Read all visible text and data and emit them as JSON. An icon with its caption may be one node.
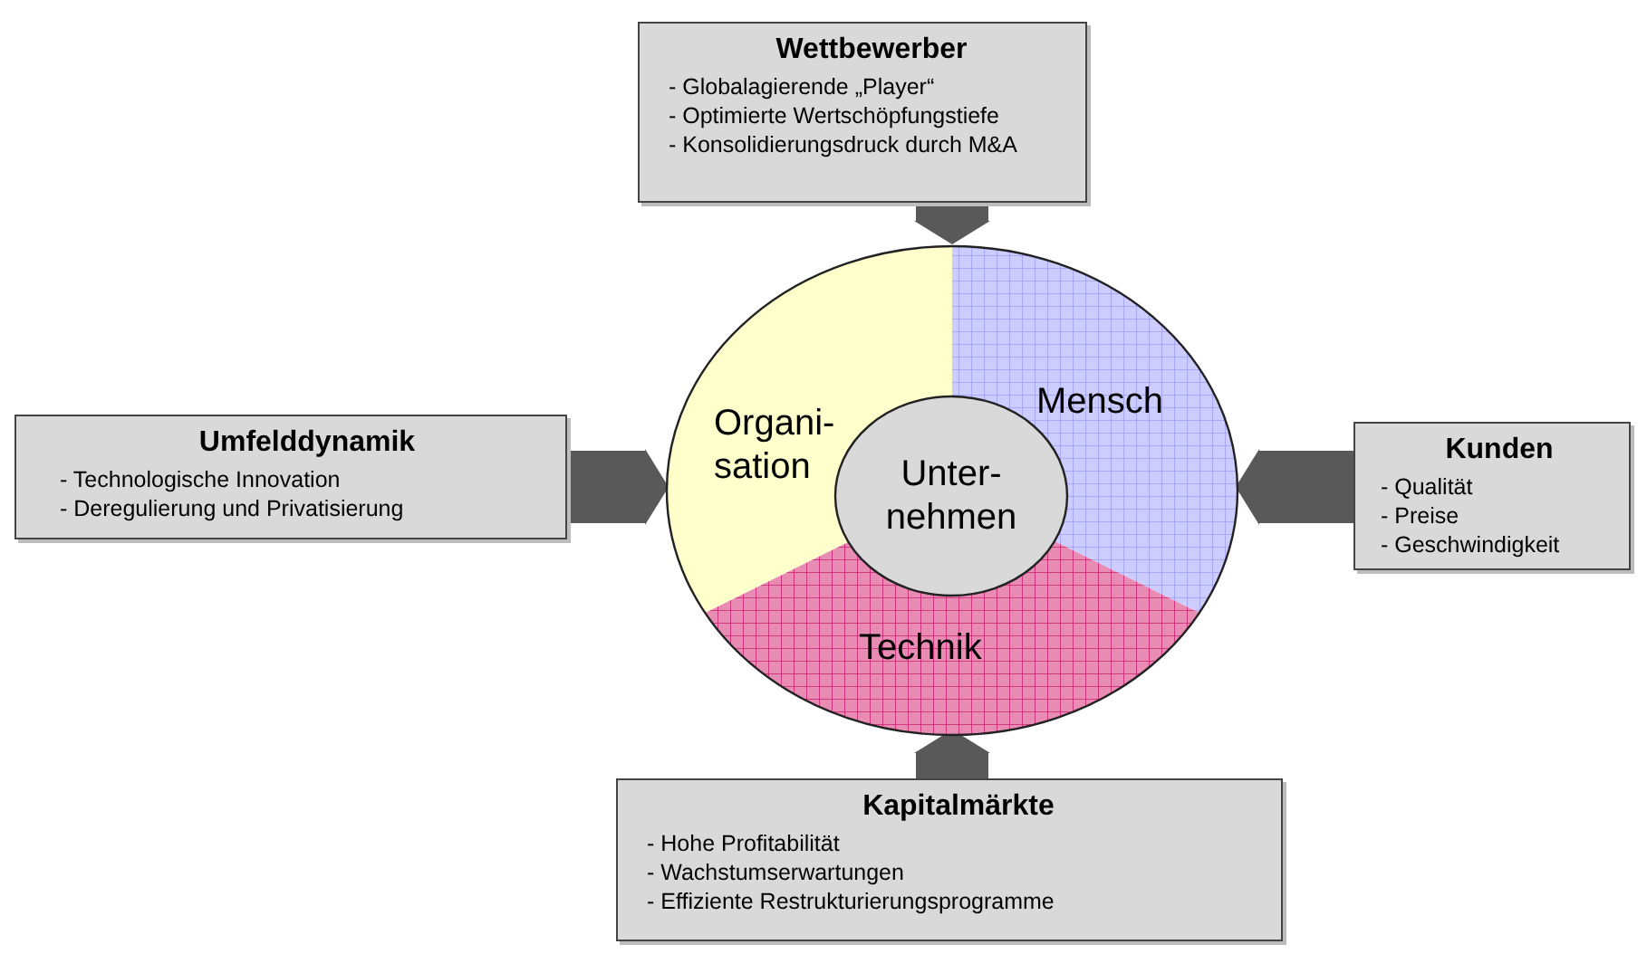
{
  "diagram": {
    "nodes": [
      {
        "text": [
          "Wettbewerber",
          "- Globalagierende „Player“",
          "- Optimierte Wertschöpfungstiefe",
          "- Konsolidierungsdruck durch M&A"
        ]
      },
      {
        "text": [
          "Umfelddynamik",
          "- Technologische Innovation",
          "- Deregulierung und Privatisierung"
        ]
      },
      {
        "text": [
          "Kunden",
          "- Qualität",
          "- Preise",
          "- Geschwindigkeit"
        ]
      },
      {
        "text": [
          "Kapitalmärkte",
          "- Hohe Profitabilität",
          "- Wachstumserwartungen",
          "- Effiziente Restrukturierungsprogramme"
        ]
      },
      {
        "text": [],
        "shape": "circle"
      },
      {
        "text": [
          "Organi- sation"
        ],
        "in": 4
      },
      {
        "text": [
          "Mensch"
        ],
        "in": 4
      },
      {
        "text": [
          "Technik"
        ],
        "in": 4
      },
      {
        "text": [
          "Unter- nehmen"
        ],
        "in": 4
      }
    ],
    "edges": [
      {
        "from": 0,
        "to": 4,
        "arrow": "to"
      },
      {
        "from": 1,
        "to": 4,
        "arrow": "to"
      },
      {
        "from": 2,
        "to": 4,
        "arrow": "to"
      },
      {
        "from": 3,
        "to": 4,
        "arrow": "to"
      }
    ]
  }
}
